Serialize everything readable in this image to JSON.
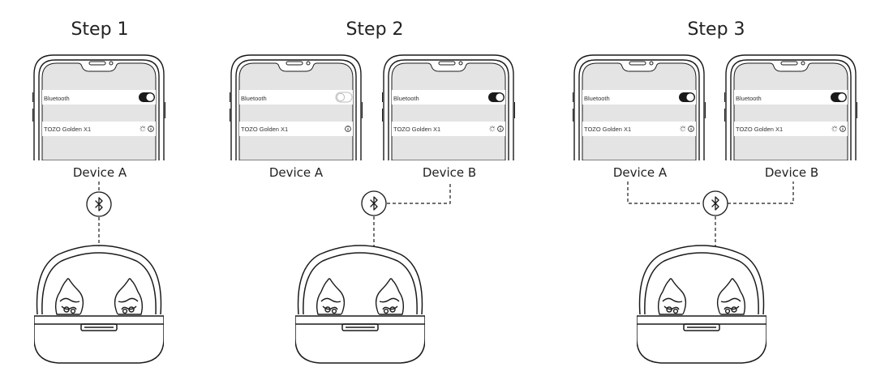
{
  "steps": [
    {
      "title": "Step 1",
      "phones": [
        {
          "label": "Device A",
          "bluetooth_label": "Bluetooth",
          "bluetooth_on": true,
          "device_name": "TOZO Golden X1",
          "connecting": true
        }
      ]
    },
    {
      "title": "Step 2",
      "phones": [
        {
          "label": "Device A",
          "bluetooth_label": "Bluetooth",
          "bluetooth_on": false,
          "device_name": "TOZO Golden X1",
          "connecting": false
        },
        {
          "label": "Device B",
          "bluetooth_label": "Bluetooth",
          "bluetooth_on": true,
          "device_name": "TOZO Golden X1",
          "connecting": true
        }
      ]
    },
    {
      "title": "Step 3",
      "phones": [
        {
          "label": "Device A",
          "bluetooth_label": "Bluetooth",
          "bluetooth_on": true,
          "device_name": "TOZO Golden X1",
          "connecting": true
        },
        {
          "label": "Device B",
          "bluetooth_label": "Bluetooth",
          "bluetooth_on": true,
          "device_name": "TOZO Golden X1",
          "connecting": true
        }
      ]
    }
  ],
  "icons": {
    "bluetooth": "bluetooth-icon",
    "info": "info-icon",
    "loading": "loading-spinner-icon",
    "case": "earbuds-case-icon"
  },
  "colors": {
    "line": "#1a1a1a",
    "screen": "#e4e4e4",
    "row": "#ffffff"
  }
}
